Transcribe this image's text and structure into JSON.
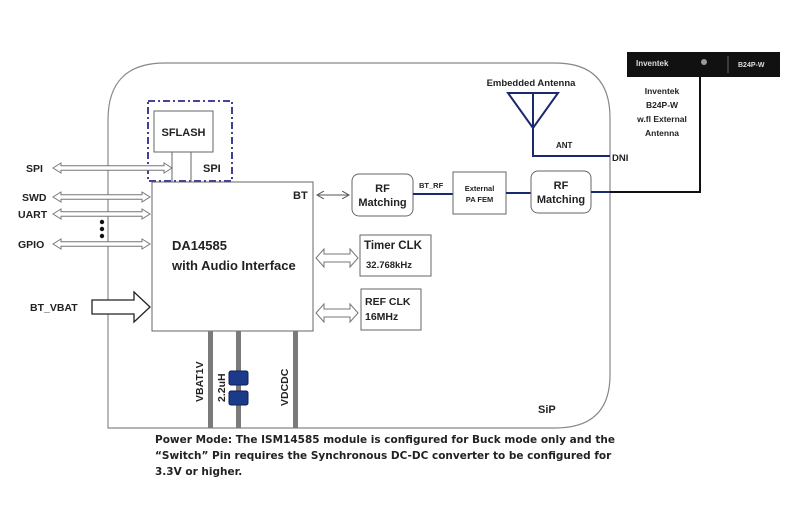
{
  "colors": {
    "rf_line": "#1a2a6c",
    "antenna": "#1a2a6c",
    "sflash_border": "#2a2a8a",
    "inductor": "#1c3a8a",
    "pin": "#7a7a7a",
    "outline": "#777777"
  },
  "sip": {
    "label": "SiP"
  },
  "sflash": {
    "label": "SFLASH",
    "bus_label": "SPI"
  },
  "mcu": {
    "line1": "DA14585",
    "line2": "with Audio Interface",
    "bt_label": "BT"
  },
  "left_ports": [
    {
      "label": "SPI"
    },
    {
      "label": "SWD"
    },
    {
      "label": "UART"
    },
    {
      "label": "GPIO"
    },
    {
      "label": "BT_VBAT"
    }
  ],
  "rf_matching_1": {
    "line1": "RF",
    "line2": "Matching"
  },
  "bt_rf_label": "BT_RF",
  "pa_fem": {
    "line1": "External",
    "line2": "PA FEM"
  },
  "rf_matching_2": {
    "line1": "RF",
    "line2": "Matching"
  },
  "embedded_antenna": {
    "label": "Embedded Antenna",
    "ant_label": "ANT",
    "dni_label": "DNI"
  },
  "external_antenna": {
    "brand": "Inventek",
    "model": "B24P-W",
    "caption": [
      "Inventek",
      "B24P-W",
      "w.fl External",
      "Antenna"
    ]
  },
  "timer_clk": {
    "line1": "Timer CLK",
    "line2": "32.768kHz"
  },
  "ref_clk": {
    "line1": "REF CLK",
    "line2": "16MHz"
  },
  "pins": {
    "vbat": "VBAT1V",
    "inductor": "2.2uH",
    "vdcdc": "VDCDC"
  },
  "note": "Power Mode: The ISM14585 module is configured for Buck mode only and the “Switch” Pin requires the Synchronous DC-DC converter to be configured for 3.3V or higher."
}
